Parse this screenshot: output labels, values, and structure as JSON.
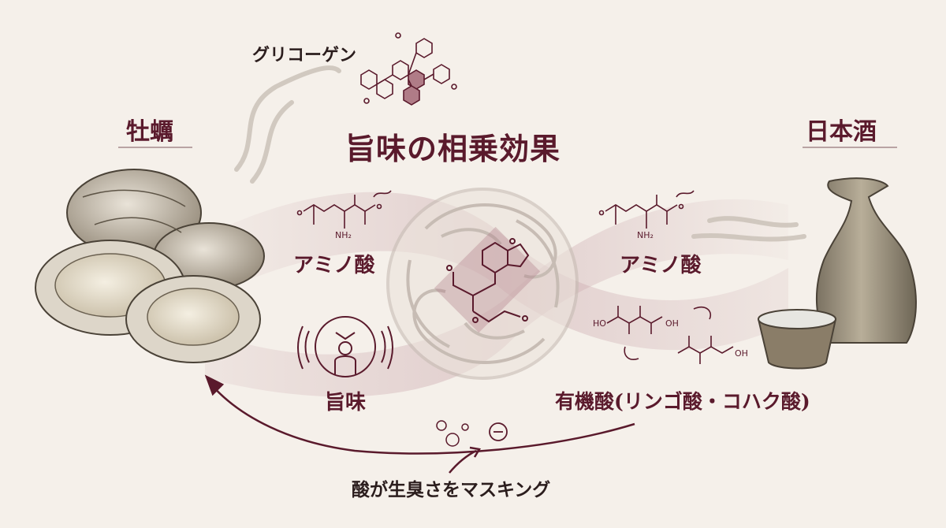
{
  "title": "旨味の相乗効果",
  "left_item": {
    "label": "牡蠣"
  },
  "right_item": {
    "label": "日本酒"
  },
  "glycogen_label": "グリコーゲン",
  "amino_left": {
    "label": "アミノ酸",
    "chem_nh2": "NH₂"
  },
  "amino_right": {
    "label": "アミノ酸",
    "chem_nh2": "NH₂"
  },
  "umami_label": "旨味",
  "organic_acids_label": "有機酸(リンゴ酸・コハク酸)",
  "chem_oh": "OH",
  "chem_ho": "HO",
  "masking_label": "酸が生臭さをマスキング",
  "colors": {
    "accent": "#5a1a2c",
    "band": "#c9a5ab",
    "background": "#f5f0ea"
  }
}
